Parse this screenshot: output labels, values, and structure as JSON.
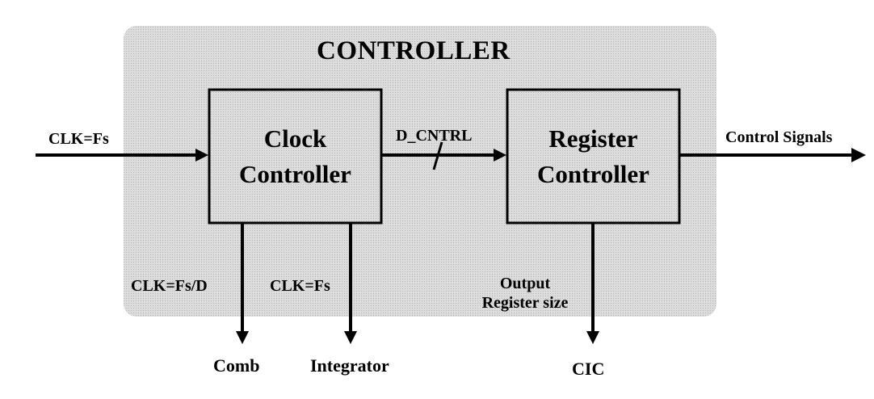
{
  "controller": {
    "title": "CONTROLLER"
  },
  "blocks": {
    "clock": {
      "line1": "Clock",
      "line2": "Controller"
    },
    "register": {
      "line1": "Register",
      "line2": "Controller"
    }
  },
  "signals": {
    "clk_in": "CLK=Fs",
    "d_cntrl": "D_CNTRL",
    "control_out": "Control Signals",
    "clk_comb": "CLK=Fs/D",
    "clk_int": "CLK=Fs",
    "output_reg_line1": "Output",
    "output_reg_line2": "Register size"
  },
  "outputs": {
    "comb": "Comb",
    "integrator": "Integrator",
    "cic": "CIC"
  },
  "colors": {
    "controller_fill": "#d9d9d9",
    "block_fill": "#d4d4d4",
    "stroke": "#000000"
  }
}
